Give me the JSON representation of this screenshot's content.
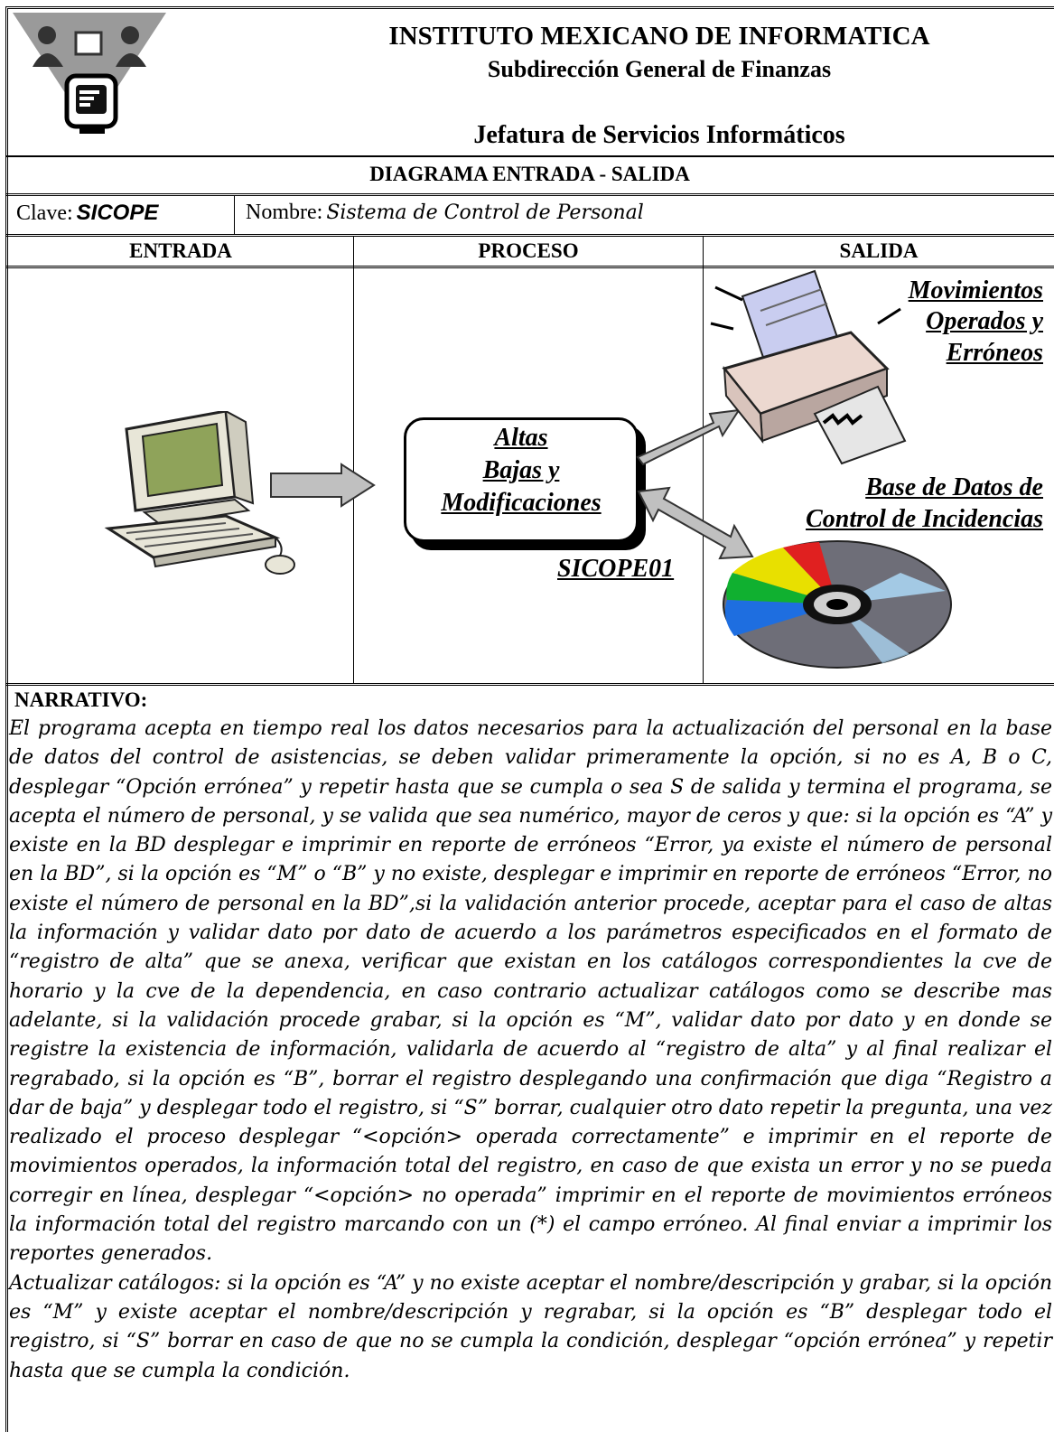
{
  "header": {
    "institute": "INSTITUTO MEXICANO DE INFORMATICA",
    "subdirection": "Subdirección General de Finanzas",
    "department": "Jefatura de Servicios Informáticos",
    "diagram_title": "DIAGRAMA ENTRADA - SALIDA"
  },
  "identification": {
    "clave_label": "Clave:",
    "clave_value": "SICOPE",
    "nombre_label": "Nombre:",
    "nombre_value": "Sistema de Control de Personal"
  },
  "columns": {
    "entrada": "ENTRADA",
    "proceso": "PROCESO",
    "salida": "SALIDA"
  },
  "process_box": {
    "line1": "Altas",
    "line2": "Bajas y",
    "line3": "Modificaciones",
    "program": "SICOPE01"
  },
  "outputs": {
    "report_line1": "Movimientos",
    "report_line2": "Operados y",
    "report_line3": "Erróneos",
    "db_line1": "Base de Datos de",
    "db_line2": "Control de Incidencias"
  },
  "narrative": {
    "title": "NARRATIVO:",
    "paragraph1": "El programa acepta en tiempo real los datos necesarios para la actualización del personal en la base de datos del control de asistencias, se deben validar primeramente la opción, si no es A, B o C, desplegar “Opción errónea” y repetir hasta que se cumpla o sea S de salida y termina el programa, se acepta el número de personal, y se valida que sea numérico, mayor de ceros y que: si la opción es “A” y existe en la BD desplegar e imprimir en reporte de erróneos “Error, ya existe el número de personal en la BD”, si la opción es “M” o “B” y no existe, desplegar e imprimir en reporte de erróneos “Error, no existe el número de personal en la BD”,si la validación anterior procede, aceptar para el caso de altas la información y validar dato por dato de acuerdo a los parámetros especificados en el formato de “registro de alta” que se anexa, verificar que existan en los catálogos correspondientes la cve de horario y la cve de la dependencia, en caso contrario actualizar catálogos como se describe mas adelante, si la validación procede grabar, si la opción es “M”, validar dato por dato y en donde se registre la existencia de información, validarla de acuerdo al “registro de alta” y al final realizar el regrabado, si la opción es “B”, borrar el registro desplegando una confirmación que diga “Registro a dar de baja” y desplegar todo el registro, si “S” borrar, cualquier otro dato repetir la pregunta, una vez realizado el proceso desplegar “<opción> operada correctamente” e imprimir en el reporte de movimientos operados, la información total del registro, en caso de que exista un error y no se pueda corregir en línea, desplegar “<opción> no operada” imprimir en el reporte de movimientos erróneos la información total del registro marcando con un (*) el campo erróneo. Al final enviar a imprimir los reportes generados.",
    "paragraph2": "Actualizar catálogos: si la opción es “A” y no existe aceptar el nombre/descripción y grabar, si la opción es “M” y existe aceptar el nombre/descripción y regrabar, si la opción es “B” desplegar todo el registro, si “S” borrar en caso de que no se cumpla la condición, desplegar “opción errónea” y repetir hasta que se cumpla la condición."
  },
  "icons": [
    "institute-logo-icon",
    "computer-icon",
    "printer-icon",
    "compact-disc-icon",
    "arrow-right-icon"
  ],
  "colors": {
    "text": "#000000",
    "background": "#ffffff",
    "monitor_screen": "#8fa35a",
    "printer_paper": "#c9cdf0",
    "arrow_fill": "#c0c0c0"
  }
}
